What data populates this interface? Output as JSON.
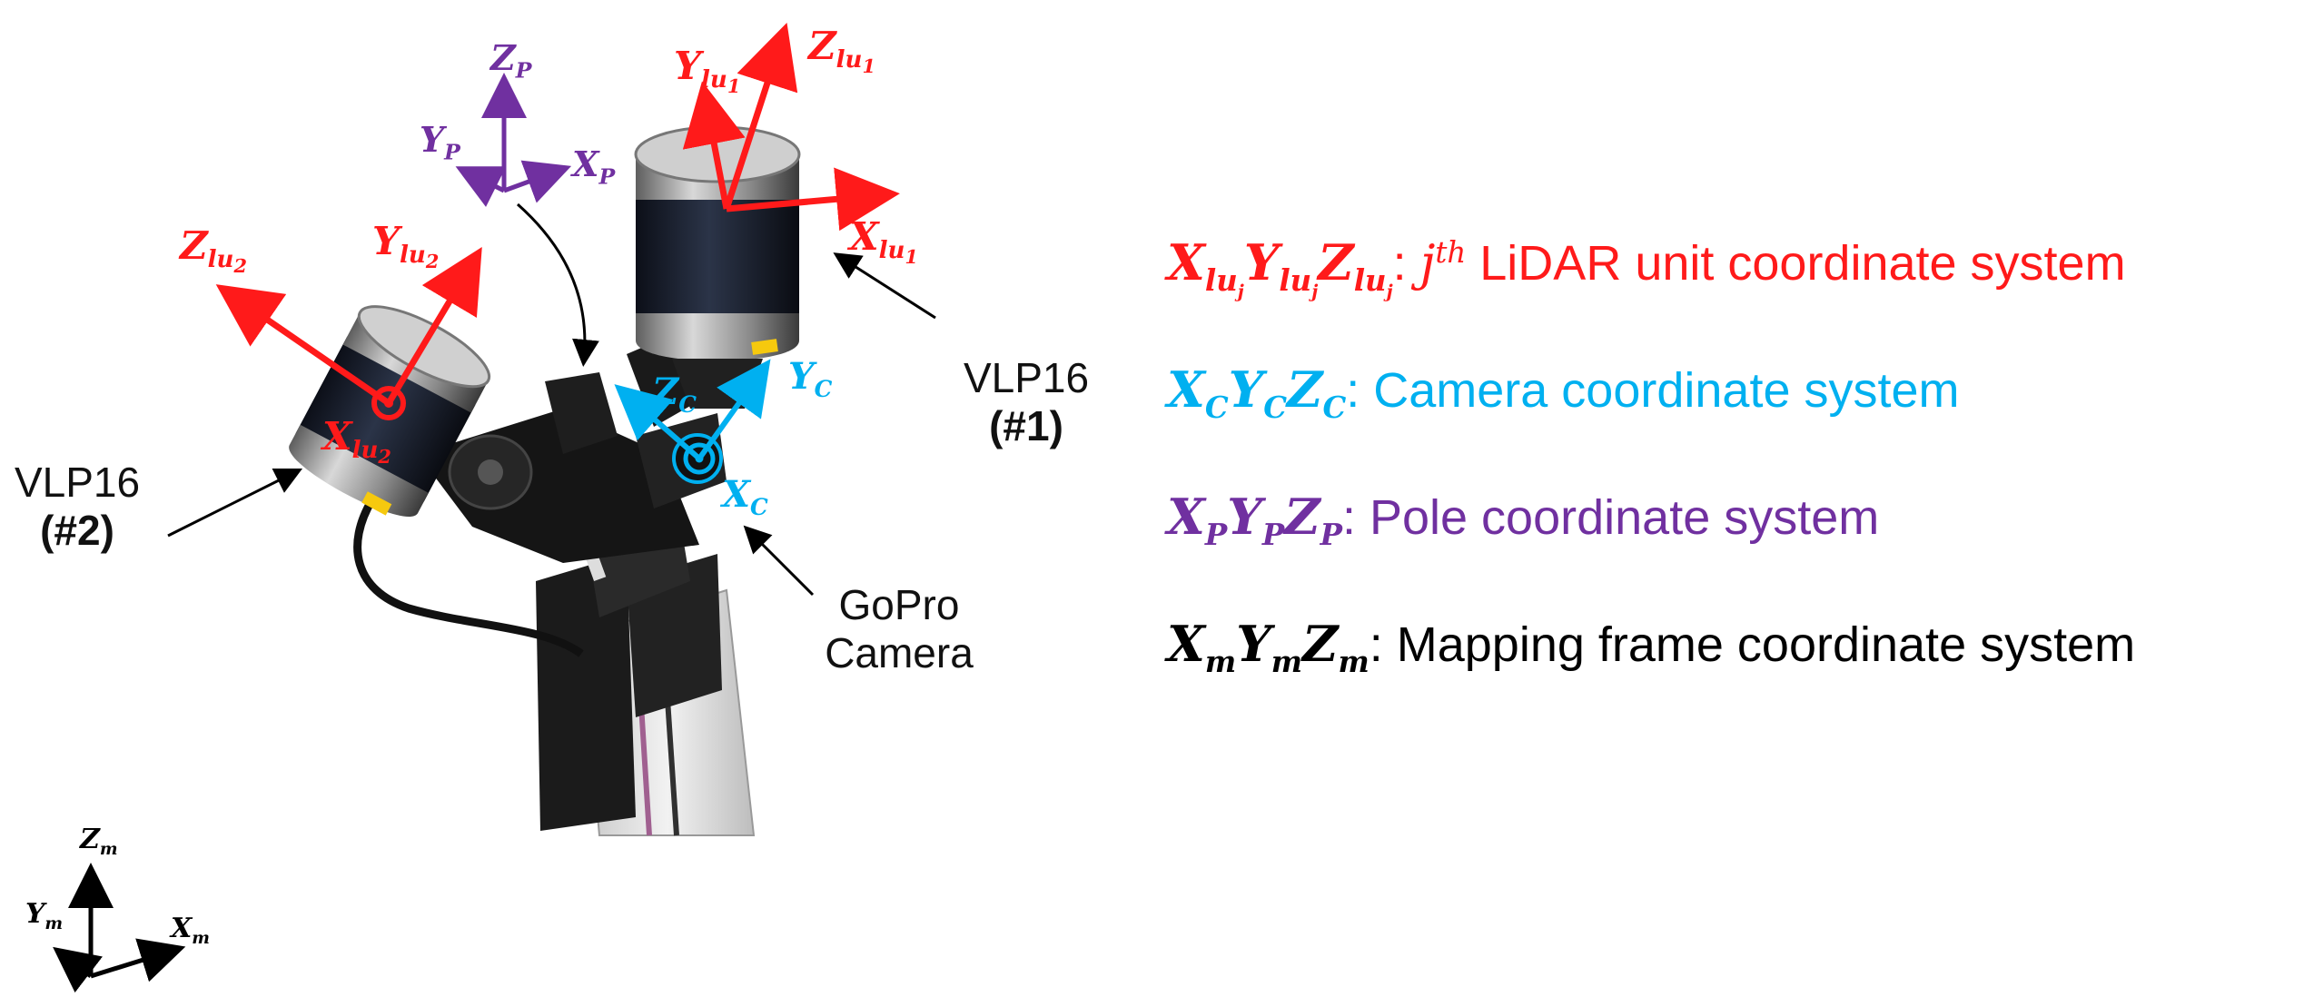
{
  "colors": {
    "lidar": "#ff1a1a",
    "camera": "#00b0f0",
    "pole": "#7030a0",
    "mapping": "#000000"
  },
  "labels": {
    "vlp1_name": "VLP16",
    "vlp1_num": "(#1)",
    "vlp2_name": "VLP16",
    "vlp2_num": "(#2)",
    "gopro_line1": "GoPro",
    "gopro_line2": "Camera"
  },
  "axes": {
    "pole": {
      "x": "X",
      "x_sub": "P",
      "y": "Y",
      "y_sub": "P",
      "z": "Z",
      "z_sub": "P"
    },
    "lidar1": {
      "x": "X",
      "x_sub": "lu",
      "y": "Y",
      "y_sub": "lu",
      "z": "Z",
      "z_sub": "lu",
      "index": "1"
    },
    "lidar2": {
      "x": "X",
      "x_sub": "lu",
      "y": "Y",
      "y_sub": "lu",
      "z": "Z",
      "z_sub": "lu",
      "index": "2"
    },
    "camera": {
      "x": "X",
      "x_sub": "C",
      "y": "Y",
      "y_sub": "C",
      "z": "Z",
      "z_sub": "C"
    },
    "mapping": {
      "x": "X",
      "x_sub": "m",
      "y": "Y",
      "y_sub": "m",
      "z": "Z",
      "z_sub": "m"
    }
  },
  "legend": {
    "lidar": {
      "sym_x": "X",
      "sym_y": "Y",
      "sym_z": "Z",
      "sub": "lu",
      "subsub": "j",
      "sep": ": ",
      "sup_base": "j",
      "sup": "th",
      "text": " LiDAR unit coordinate system"
    },
    "camera": {
      "sym_x": "X",
      "sym_y": "Y",
      "sym_z": "Z",
      "sub": "C",
      "text": ": Camera coordinate system"
    },
    "pole": {
      "sym_x": "X",
      "sym_y": "Y",
      "sym_z": "Z",
      "sub": "P",
      "text": ": Pole coordinate system"
    },
    "mapping": {
      "sym_x": "X",
      "sym_y": "Y",
      "sym_z": "Z",
      "sub": "m",
      "text": ": Mapping frame coordinate system"
    }
  }
}
